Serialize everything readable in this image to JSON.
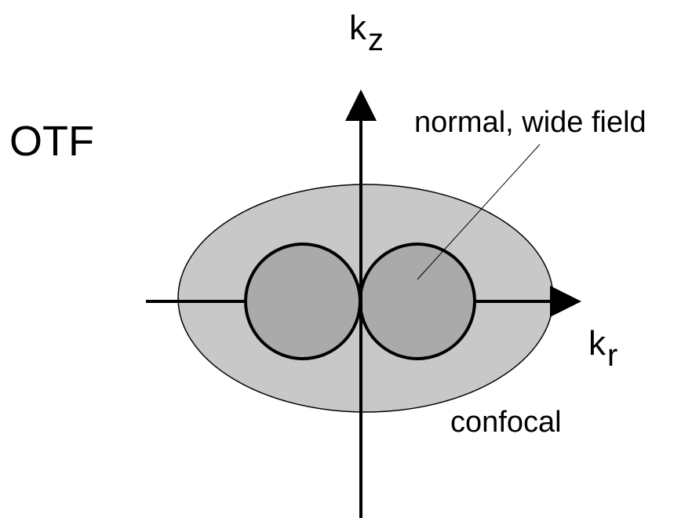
{
  "title": "OTF",
  "axes": {
    "vertical": {
      "base": "k",
      "subscript": "z"
    },
    "horizontal": {
      "base": "k",
      "subscript": "r"
    }
  },
  "regions": {
    "widefield": {
      "label": "normal, wide field",
      "fill": "#aaaaaa",
      "stroke": "#000000"
    },
    "confocal": {
      "label": "confocal",
      "fill": "#c8c8c8",
      "stroke": "#000000"
    }
  },
  "colors": {
    "axis": "#000000",
    "background": "#ffffff"
  }
}
